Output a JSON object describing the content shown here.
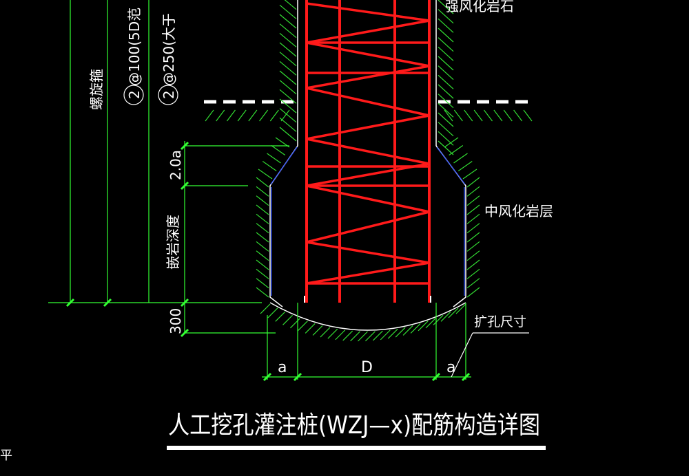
{
  "labels": {
    "strong_weathered_rock": "强风化岩石",
    "medium_weathered_rock": "中风化岩层",
    "enlarged_hole_size": "扩孔尺寸",
    "spiral_stirrup": "螺旋箍",
    "rebar_spec_1": "2 @100(5D范",
    "rebar_spec_2": "2 @250(大于",
    "rock_socket_depth": "嵌岩深度",
    "dim_2a": "2.0a",
    "dim_300": "300",
    "dim_a_left": "a",
    "dim_D": "D",
    "dim_a_right": "a",
    "drawing_title": "人工挖孔灌注桩(WZJ—x)配筋构造详图",
    "corner_fragment": "平"
  },
  "colors": {
    "background": "#000000",
    "rebar": "#ff1a1a",
    "dimension": "#33ff33",
    "hatch": "#33dd33",
    "text": "#ffffff",
    "blue_line": "#3355ff"
  }
}
